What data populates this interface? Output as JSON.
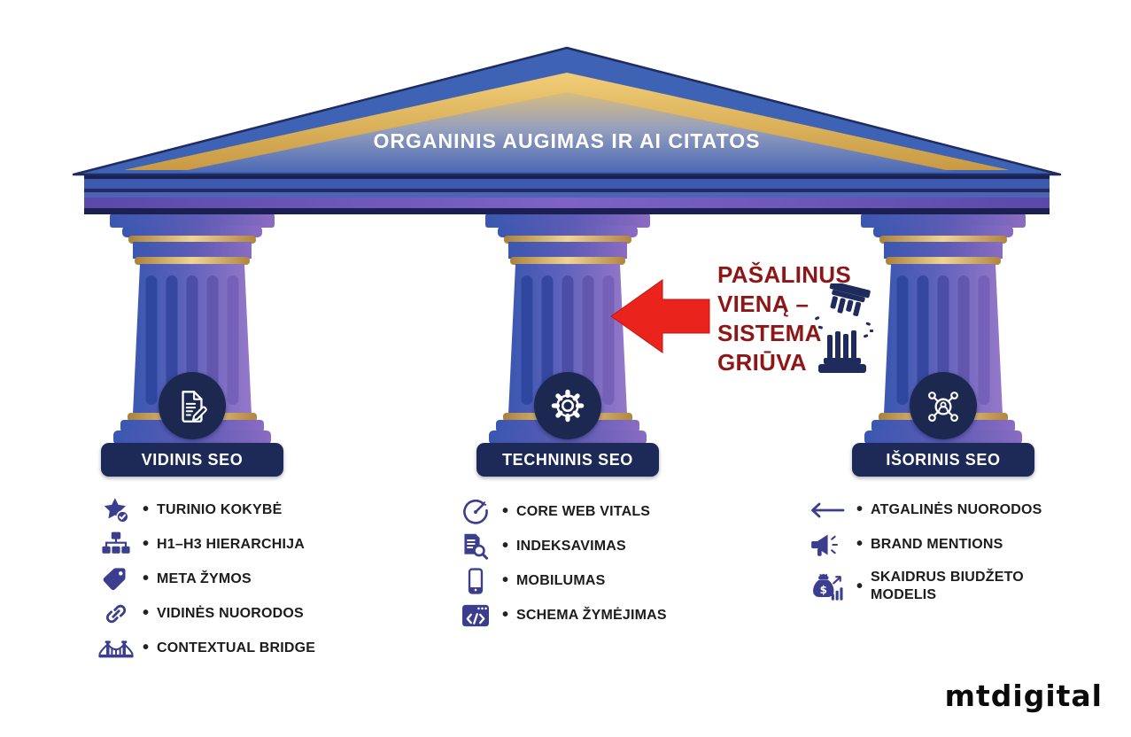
{
  "pediment": {
    "title": "ORGANINIS AUGIMAS IR AI CITATOS"
  },
  "pillars": [
    {
      "label": "VIDINIS SEO",
      "icon": "document-pencil"
    },
    {
      "label": "TECHNINIS SEO",
      "icon": "gear"
    },
    {
      "label": "IŠORINIS SEO",
      "icon": "network"
    }
  ],
  "callout": {
    "lines": [
      "PAŠALINUS",
      "VIENĄ –",
      "SISTEMA",
      "GRIŪVA"
    ],
    "icon": "broken-column",
    "arrow_direction": "left"
  },
  "lists": {
    "bullet": "•",
    "left": {
      "items": [
        {
          "icon": "star-check",
          "label": "TURINIO KOKYBĖ"
        },
        {
          "icon": "sitemap",
          "label": "H1–H3 HIERARCHIJA"
        },
        {
          "icon": "tag",
          "label": "META ŽYMOS"
        },
        {
          "icon": "link",
          "label": "VIDINĖS NUORODOS"
        },
        {
          "icon": "bridge",
          "label": "CONTEXTUAL BRIDGE"
        }
      ]
    },
    "middle": {
      "items": [
        {
          "icon": "speedometer",
          "label": "CORE WEB VITALS"
        },
        {
          "icon": "doc-search",
          "label": "INDEKSAVIMAS"
        },
        {
          "icon": "smartphone",
          "label": "MOBILUMAS"
        },
        {
          "icon": "code",
          "label": "SCHEMA ŽYMĖJIMAS"
        }
      ]
    },
    "right": {
      "items": [
        {
          "icon": "arrow-left",
          "label": "ATGALINĖS NUORODOS"
        },
        {
          "icon": "megaphone",
          "label": "BRAND MENTIONS"
        },
        {
          "icon": "money-bag",
          "label": "SKAIDRUS BIUDŽETO MODELIS"
        }
      ]
    }
  },
  "logo": {
    "text": "mtdigital"
  },
  "colors": {
    "roof_blue": "#3f63b4",
    "gold": "#e2b55a",
    "navy": "#1d2a57",
    "pillar_purple": "#9577c9",
    "arrow_red": "#ea241d",
    "callout_red": "#8e1616",
    "list_icon_indigo": "#3b3e8f"
  }
}
